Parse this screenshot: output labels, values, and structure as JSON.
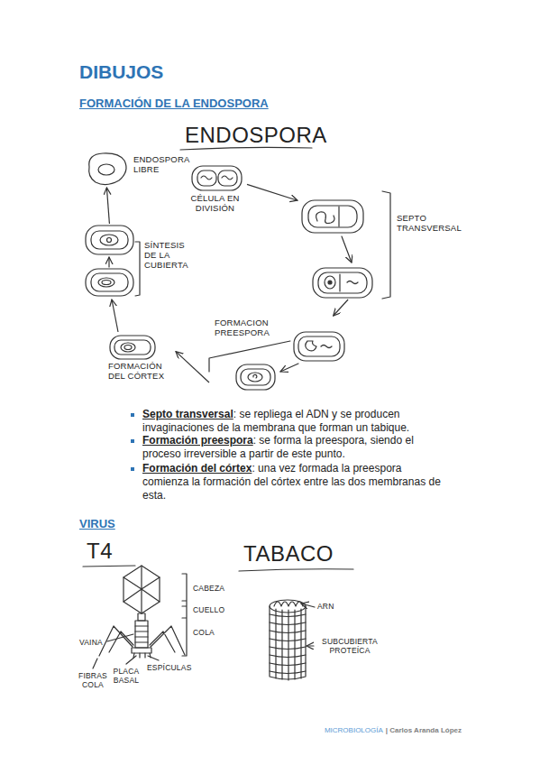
{
  "diagram": {
    "title": "DIBUJOS",
    "nodes": [
      {
        "text": [
          "CÉLULA EN DIVISIÓN"
        ]
      },
      {
        "text": [
          "SEPTO TRANSVERSAL"
        ]
      },
      {
        "text": [
          "FORMACION PREESPORA"
        ]
      },
      {
        "text": [
          "FORMACIÓN DEL CÓRTEX"
        ]
      },
      {
        "text": [
          "SÍNTESIS DE LA CUBIERTA"
        ]
      },
      {
        "text": [
          "ENDOSPORA LIBRE"
        ]
      }
    ],
    "edges": [
      {
        "from": 0,
        "to": 1,
        "arrow": "to"
      },
      {
        "from": 1,
        "to": 2,
        "arrow": "to"
      },
      {
        "from": 2,
        "to": 3,
        "arrow": "to"
      },
      {
        "from": 3,
        "to": 4,
        "arrow": "to"
      },
      {
        "from": 4,
        "to": 5,
        "arrow": "to"
      }
    ],
    "labels": [
      "FORMACIÓN DE LA ENDOSPORA",
      "ENDOSPORA",
      "Septo transversal",
      ": se repliega el ADN y se producen invaginaciones de la membrana que forman un tabique.",
      "Formación preespora",
      ": se forma la preespora, siendo el proceso irreversible a partir de este punto.",
      "Formación del córtex",
      ": una vez formada la preespora comienza la formación del córtex entre las dos membranas de esta.",
      "VIRUS",
      "T4",
      "TABACO",
      "CABEZA",
      "CUELLO",
      "COLA",
      "VAINA",
      "FIBRAS COLA",
      "PLACA BASAL",
      "ESPÍCULAS",
      "ARN",
      "SUBCUBIERTA PROTEÍCA",
      "MICROBIOLOGÍA",
      "| Carlos Aranda López"
    ]
  }
}
